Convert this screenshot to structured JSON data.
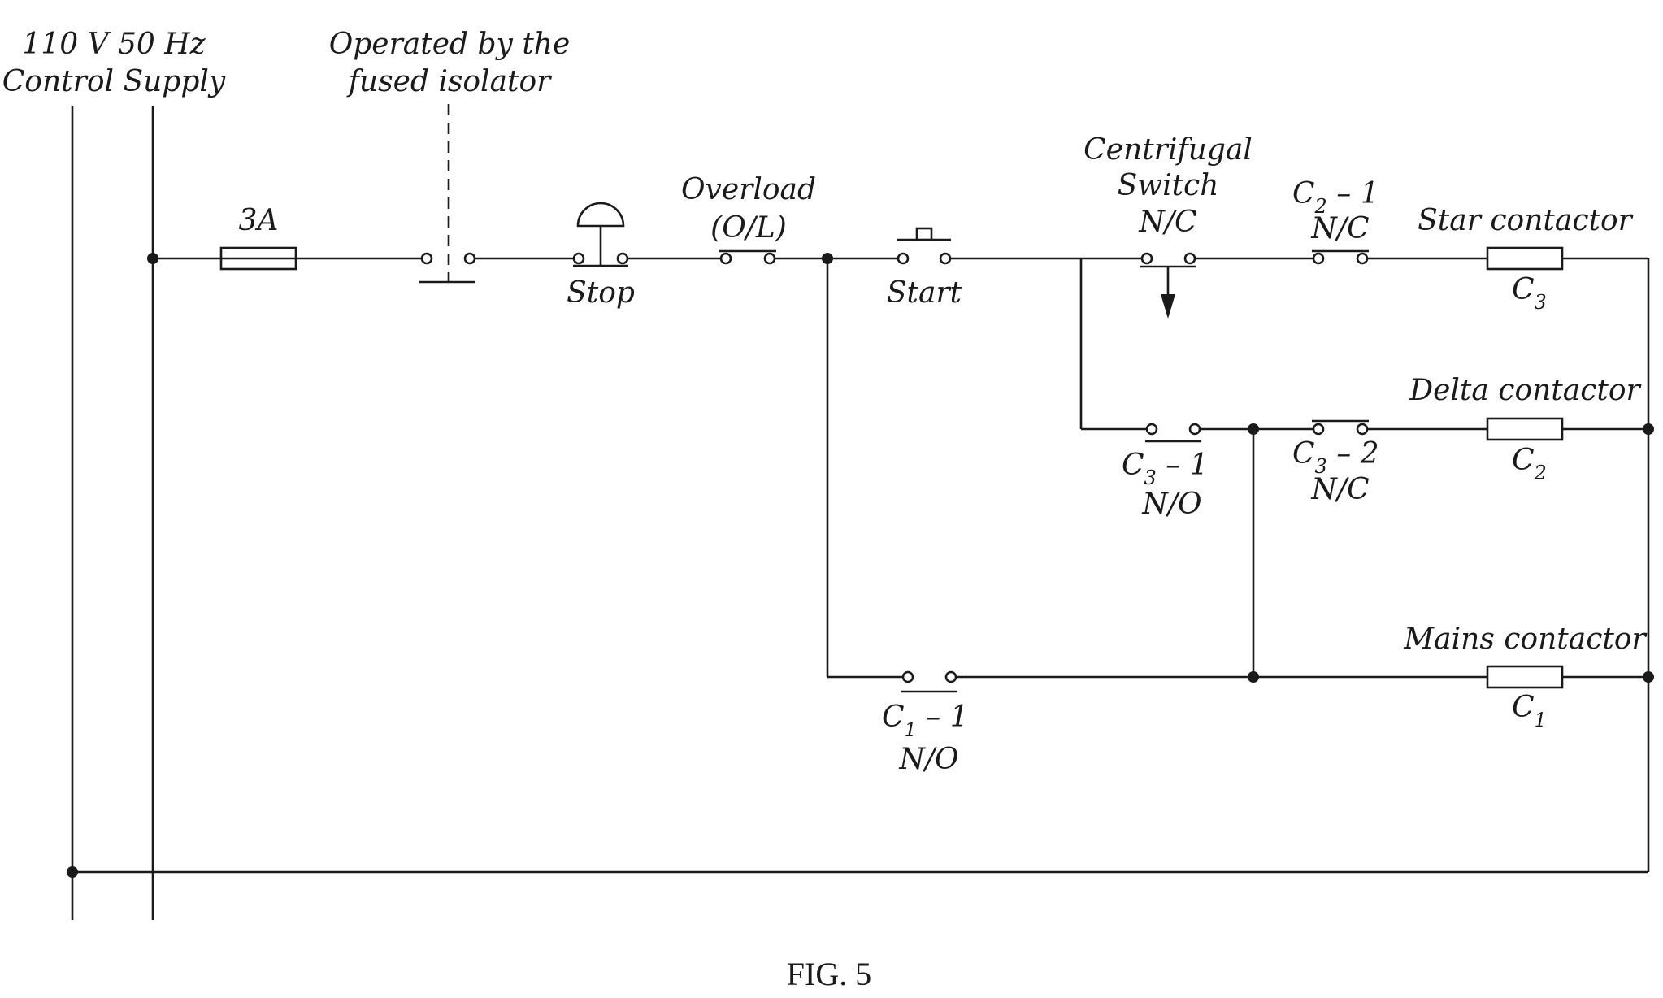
{
  "labels": {
    "supply_line1": "110 V 50 Hz",
    "supply_line2": "Control Supply",
    "isolator_line1": "Operated by the",
    "isolator_line2": "fused isolator",
    "fuse_rating": "3A",
    "stop": "Stop",
    "overload_line1": "Overload",
    "overload_line2": "(O/L)",
    "start": "Start",
    "centrifugal_line1": "Centrifugal",
    "centrifugal_line2": "Switch",
    "centrifugal_line3": "N/C",
    "c2_1_base": "C",
    "c2_1_sub": "2",
    "c2_1_suffix": " – 1",
    "c2_1_type": "N/C",
    "star_contactor": "Star contactor",
    "c3_base": "C",
    "c3_sub": "3",
    "c3_1_base": "C",
    "c3_1_sub": "3",
    "c3_1_suffix": " – 1",
    "c3_1_type": "N/O",
    "c3_2_base": "C",
    "c3_2_sub": "3",
    "c3_2_suffix": " – 2",
    "c3_2_type": "N/C",
    "delta_contactor": "Delta contactor",
    "c2_base": "C",
    "c2_sub": "2",
    "mains_contactor": "Mains contactor",
    "c1_base": "C",
    "c1_sub": "1",
    "c1_1_base": "C",
    "c1_1_sub": "1",
    "c1_1_suffix": " – 1",
    "c1_1_type": "N/O",
    "caption": "FIG. 5"
  }
}
